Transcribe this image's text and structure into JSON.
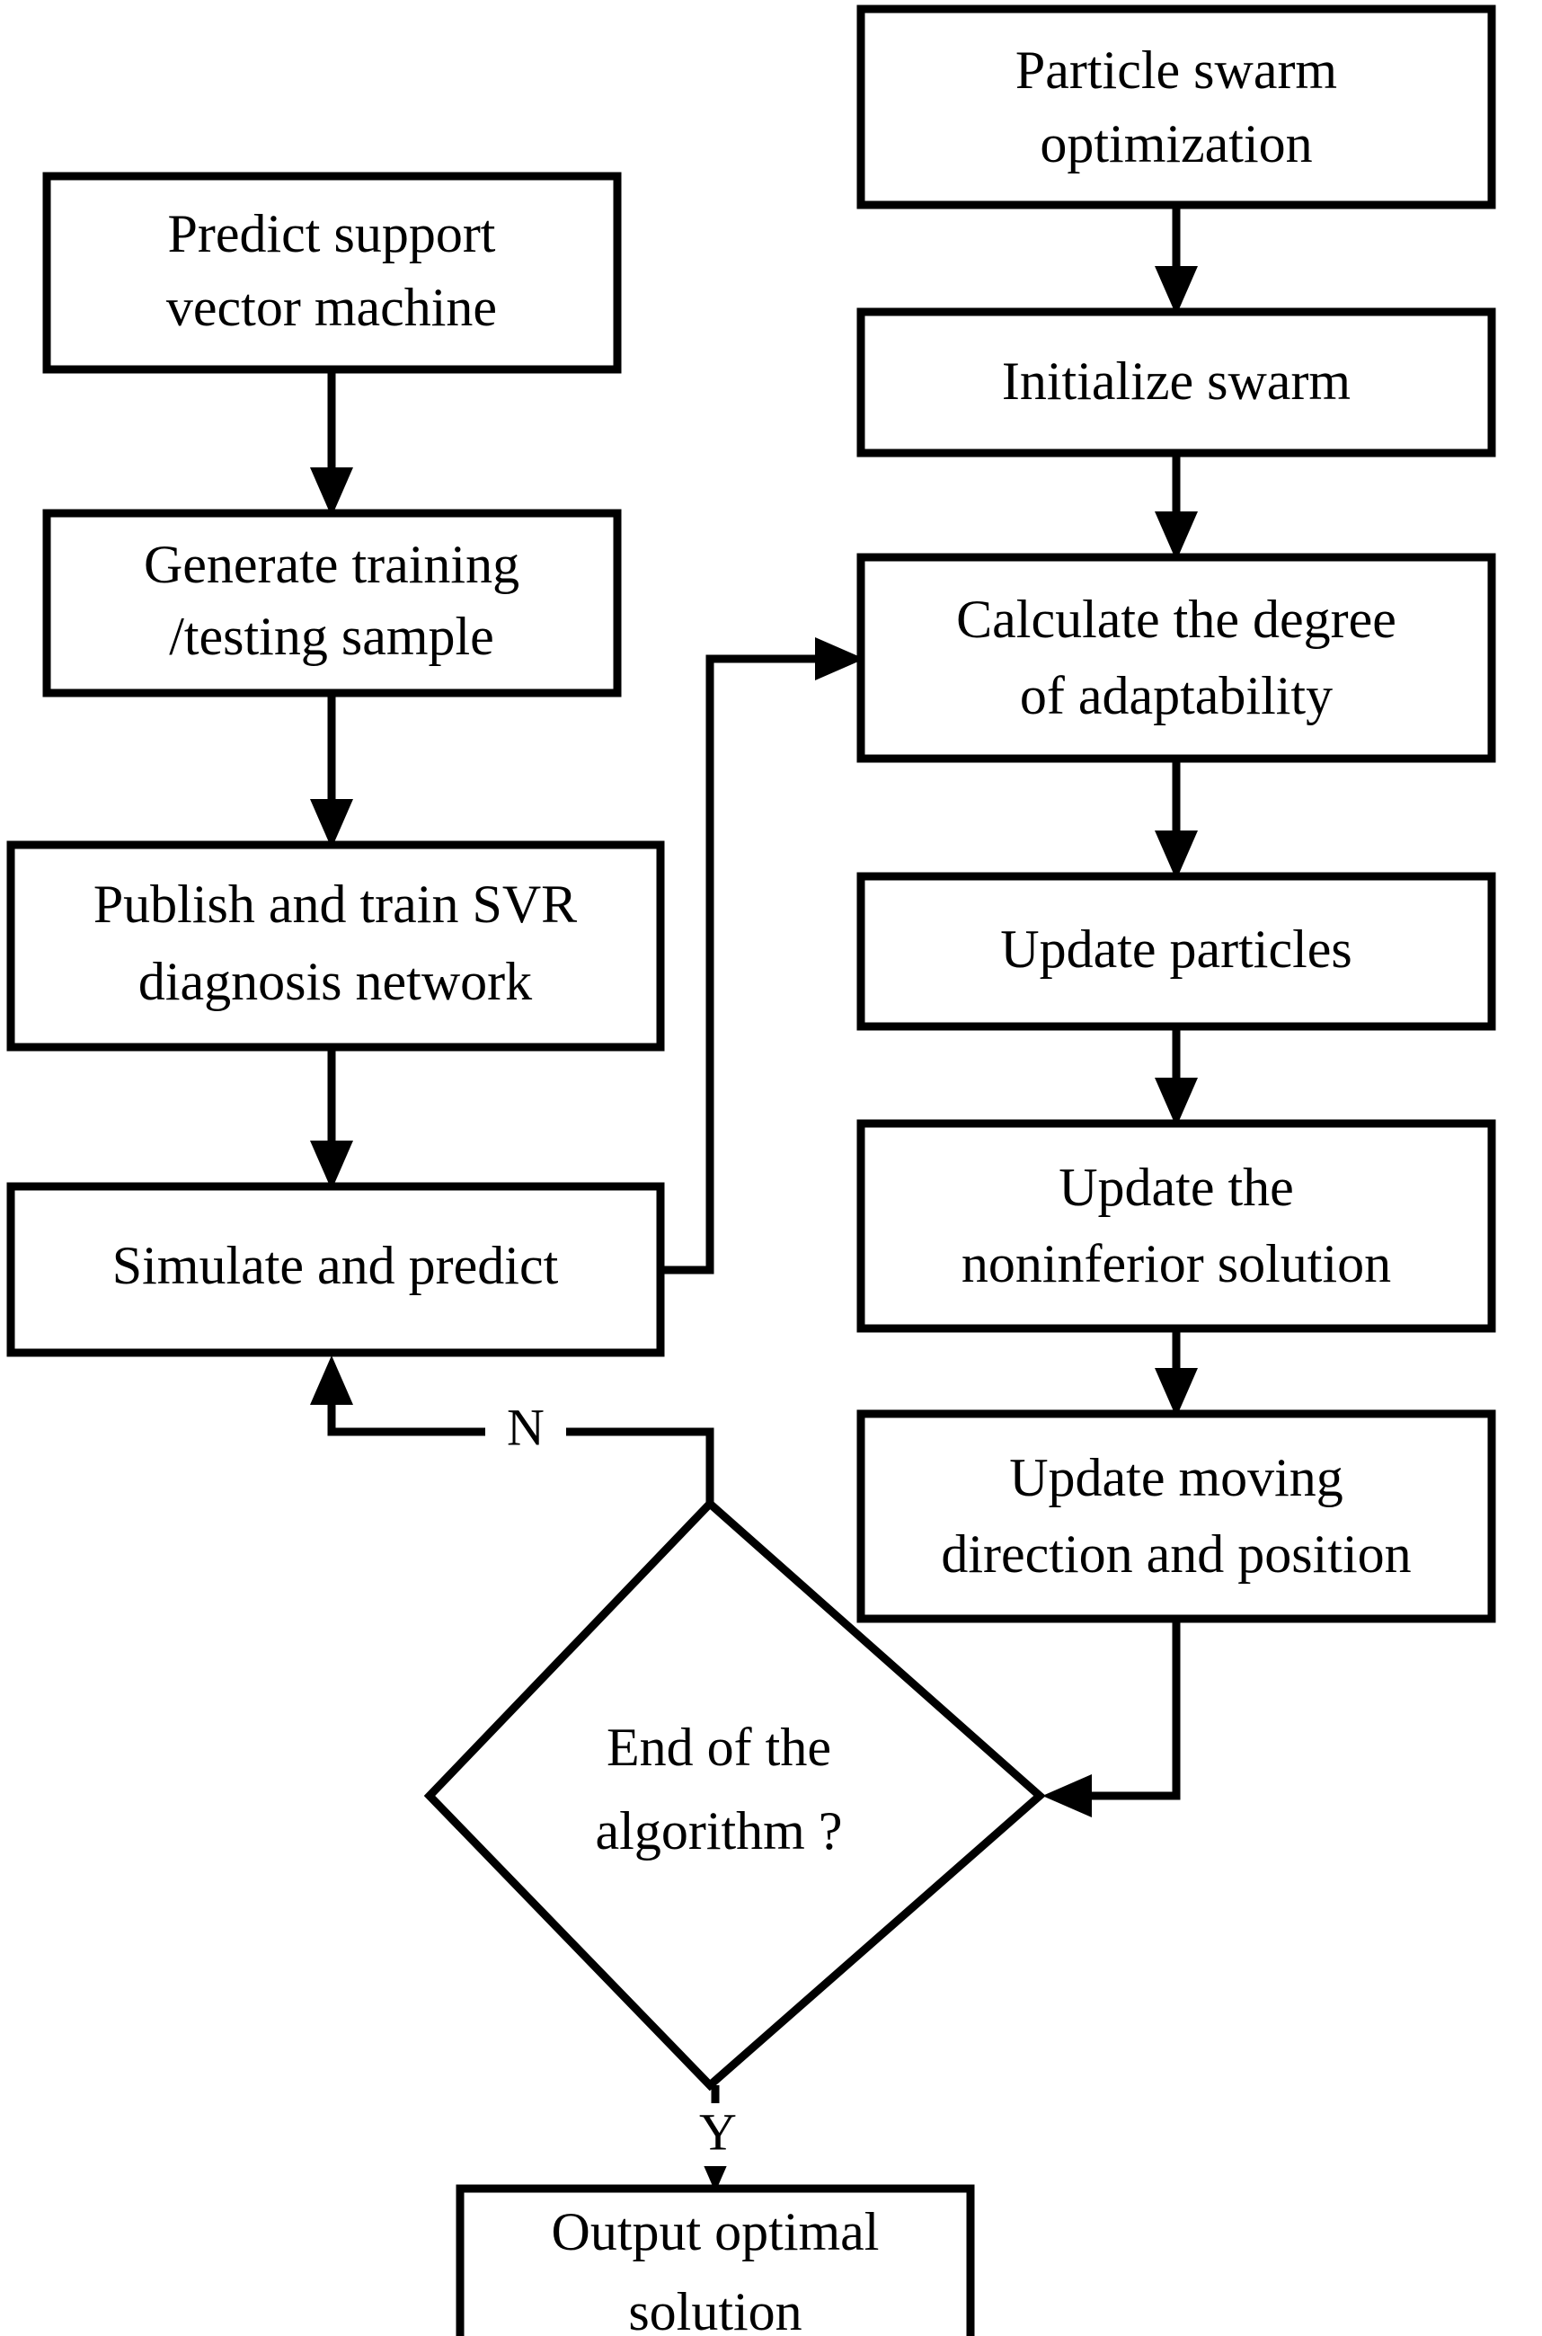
{
  "diagram": {
    "title": "PSO-SVR hybrid algorithm flowchart",
    "type": "flowchart",
    "background_color": "#ffffff",
    "line_color": "#000000",
    "fill_color": "#ffffff"
  },
  "nodes": {
    "predict_svm": {
      "shape": "rectangle",
      "line1": "Predict support",
      "line2": "vector machine"
    },
    "generate_sample": {
      "shape": "rectangle",
      "line1": "Generate training",
      "line2": "/testing sample"
    },
    "publish_train": {
      "shape": "rectangle",
      "line1": "Publish and train SVR",
      "line2": "diagnosis network"
    },
    "simulate_predict": {
      "shape": "rectangle",
      "line1": "Simulate and predict",
      "line2": ""
    },
    "pso": {
      "shape": "rectangle",
      "line1": "Particle swarm",
      "line2": "optimization"
    },
    "init_swarm": {
      "shape": "rectangle",
      "line1": "Initialize swarm",
      "line2": ""
    },
    "calc_adapt": {
      "shape": "rectangle",
      "line1": "Calculate the degree",
      "line2": "of adaptability"
    },
    "update_particles": {
      "shape": "rectangle",
      "line1": "Update particles",
      "line2": ""
    },
    "update_noninferior": {
      "shape": "rectangle",
      "line1": "Update the",
      "line2": "noninferior solution"
    },
    "update_moving": {
      "shape": "rectangle",
      "line1": "Update moving",
      "line2": "direction and position"
    },
    "end_decision": {
      "shape": "diamond",
      "line1": "End of the",
      "line2": "algorithm ?"
    },
    "output_optimal": {
      "shape": "rectangle",
      "line1": "Output optimal",
      "line2": "solution"
    }
  },
  "edge_labels": {
    "no_branch": "N",
    "yes_branch": "Y"
  }
}
